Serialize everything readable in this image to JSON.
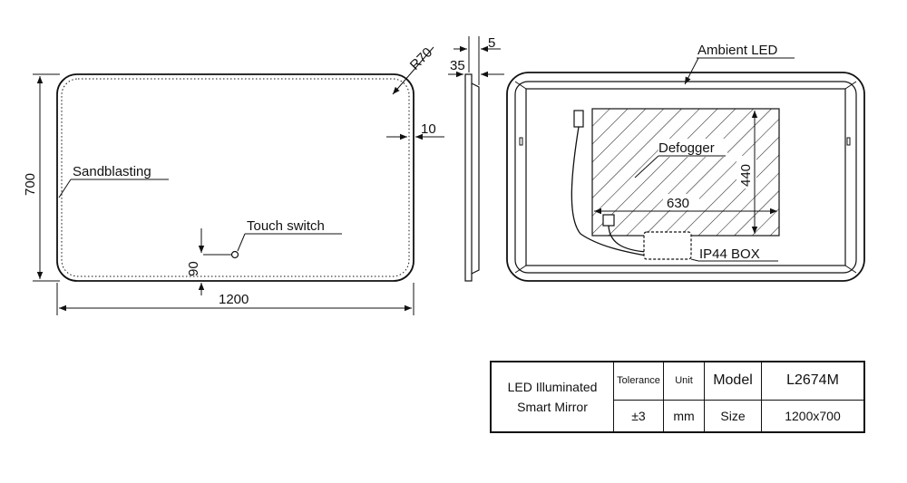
{
  "labels": {
    "radius": "R70",
    "depth_thin": "5",
    "depth_thick": "35",
    "ambient_led": "Ambient LED",
    "inset": "10",
    "height": "700",
    "sandblasting": "Sandblasting",
    "touch_switch": "Touch switch",
    "switch_offset": "90",
    "width": "1200",
    "defogger": "Defogger",
    "defogger_height": "440",
    "defogger_width": "630",
    "box": "IP44  BOX"
  },
  "title_block": {
    "product_line1": "LED Illuminated",
    "product_line2": "Smart Mirror",
    "tolerance_label": "Tolerance",
    "unit_label": "Unit",
    "model_label": "Model",
    "model_value": "L2674M",
    "tolerance_value": "±3",
    "unit_value": "mm",
    "size_label": "Size",
    "size_value": "1200x700"
  }
}
